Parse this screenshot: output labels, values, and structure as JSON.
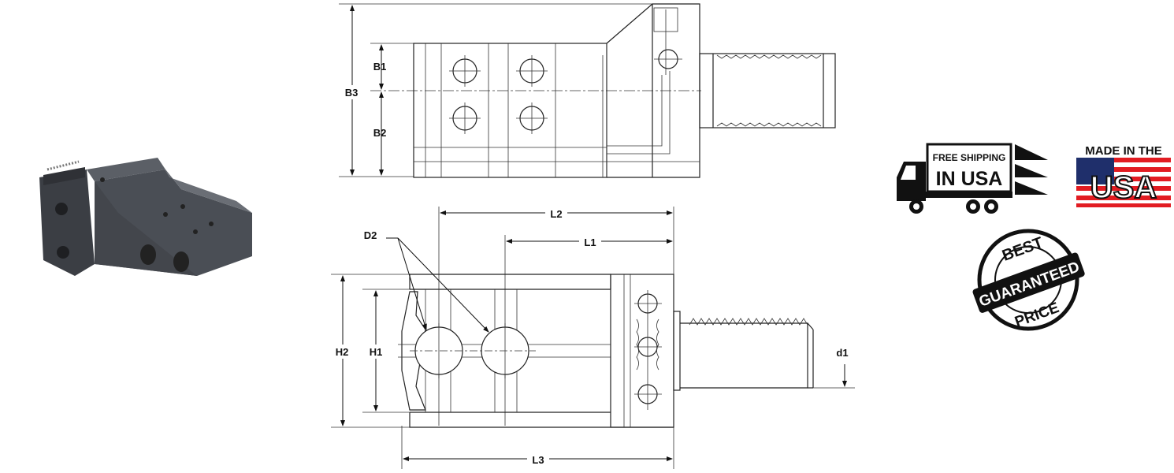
{
  "drawing": {
    "top_view_labels": {
      "b1": "B1",
      "b2": "B2",
      "b3": "B3"
    },
    "side_view_labels": {
      "l1": "L1",
      "l2": "L2",
      "l3": "L3",
      "h1": "H1",
      "h2": "H2",
      "d1": "d1",
      "d2": "D2"
    }
  },
  "badges": {
    "shipping": {
      "line1": "FREE SHIPPING",
      "line2": "IN USA"
    },
    "made_in_usa": {
      "line1": "MADE IN THE",
      "line2": "USA"
    },
    "best_price": {
      "top": "BEST",
      "middle": "GUARANTEED",
      "bottom": "PRICE"
    }
  },
  "colors": {
    "flag_red": "#e21c22",
    "flag_blue": "#1f2f6b",
    "product_grey": "#4a4e55"
  }
}
